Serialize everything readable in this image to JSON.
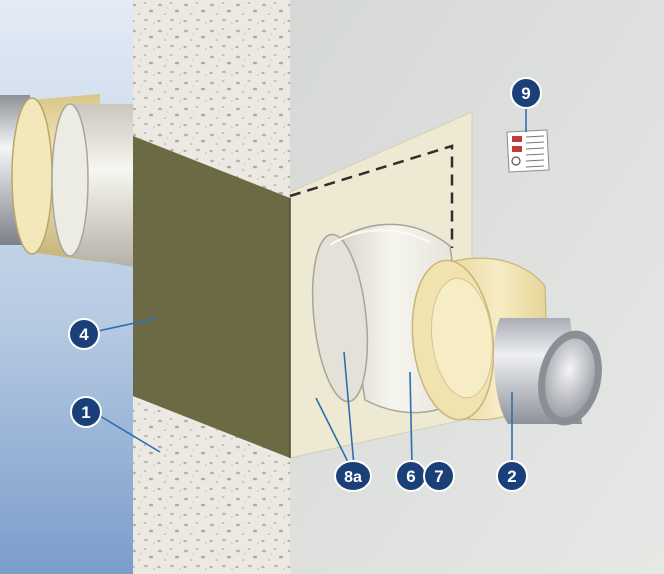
{
  "colors": {
    "badge_fill": "#1b3f78",
    "badge_text": "#ffffff",
    "leader_line": "#2e6fb0",
    "background_top": "#dfe8f3",
    "background_bottom": "#7e9fcc",
    "wall_concrete": "#ece9e3",
    "wall_face": "#dcdedb",
    "fire_board": "#6a6843",
    "sealant_panel": "#efedd9",
    "sleeve": "#e9e7dd",
    "rock_wool": "#f2e6b4",
    "steel_pipe": "#c6c9cf"
  },
  "callouts": [
    {
      "id": "callout-1",
      "label": "1",
      "component": "wall"
    },
    {
      "id": "callout-2",
      "label": "2",
      "component": "pipe"
    },
    {
      "id": "callout-4",
      "label": "4",
      "component": "fire-protection-board"
    },
    {
      "id": "callout-6",
      "label": "6",
      "component": "insulation"
    },
    {
      "id": "callout-7",
      "label": "7",
      "component": "insulation"
    },
    {
      "id": "callout-8a",
      "label": "8a",
      "component": "sealing"
    },
    {
      "id": "callout-9",
      "label": "9",
      "component": "identification-label"
    }
  ],
  "icons": [
    "identification-label-icon"
  ]
}
